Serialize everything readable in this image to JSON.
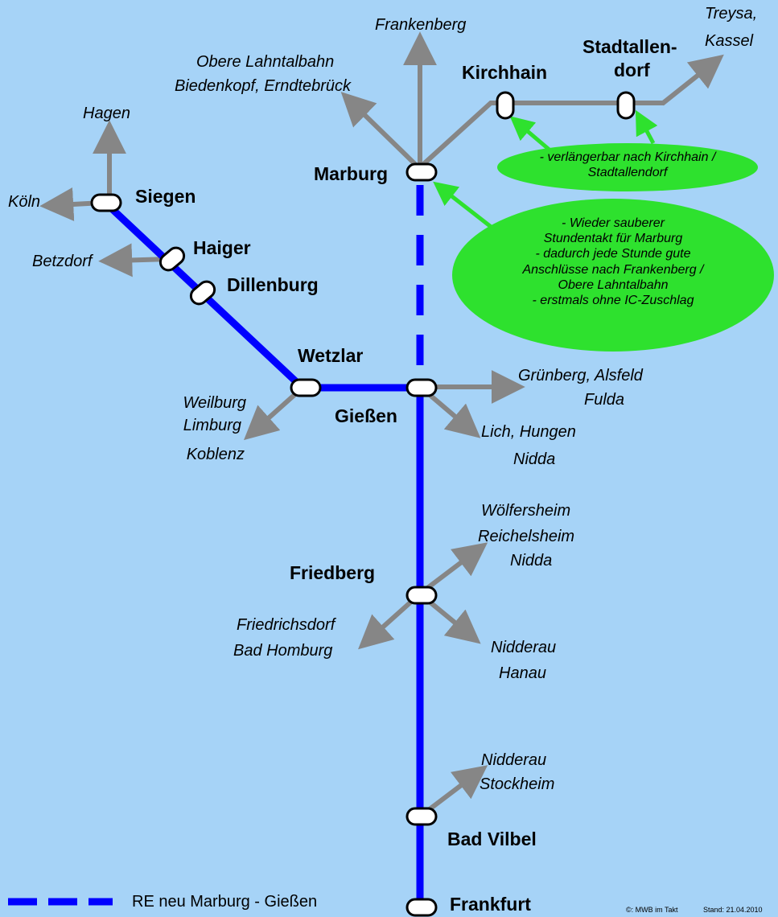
{
  "stations": {
    "kirchhain": "Kirchhain",
    "stadtallendorf_1": "Stadtallen-",
    "stadtallendorf_2": "dorf",
    "marburg": "Marburg",
    "siegen": "Siegen",
    "haiger": "Haiger",
    "dillenburg": "Dillenburg",
    "wetzlar": "Wetzlar",
    "giessen": "Gießen",
    "friedberg": "Friedberg",
    "bad_vilbel": "Bad Vilbel",
    "frankfurt": "Frankfurt"
  },
  "destinations": {
    "frankenberg": "Frankenberg",
    "lahntal_1": "Obere  Lahntalbahn",
    "lahntal_2": "Biedenkopf,  Erndtebrück",
    "treysa_1": "Treysa,",
    "treysa_2": "Kassel",
    "hagen": "Hagen",
    "koeln": "Köln",
    "betzdorf": "Betzdorf",
    "weilburg_1": "Weilburg",
    "weilburg_2": "Limburg",
    "weilburg_3": "Koblenz",
    "gruenberg_1": "Grünberg,  Alsfeld",
    "gruenberg_2": "Fulda",
    "lich_1": "Lich,  Hungen",
    "lich_2": "Nidda",
    "woelfersheim_1": "Wölfersheim",
    "woelfersheim_2": "Reichelsheim",
    "woelfersheim_3": "Nidda",
    "friedrichsdorf_1": "Friedrichsdorf",
    "friedrichsdorf_2": "Bad Homburg",
    "nidderau_hanau_1": "Nidderau",
    "nidderau_hanau_2": "Hanau",
    "nidderau_stockheim_1": "Nidderau",
    "nidderau_stockheim_2": "Stockheim"
  },
  "callouts": {
    "kirchhain": [
      "- verlängerbar nach Kirchhain /",
      "Stadtallendorf"
    ],
    "marburg": [
      "- Wieder sauberer",
      "Stundentakt für Marburg",
      "- dadurch jede Stunde gute",
      "Anschlüsse nach Frankenberg /",
      "Obere Lahntalbahn",
      "- erstmals ohne IC-Zuschlag"
    ]
  },
  "legend": {
    "label": "RE neu Marburg - Gießen"
  },
  "credit": {
    "author": "©: MWB  im Takt",
    "date": "Stand:  21.04.2010"
  },
  "colors": {
    "background": "#a6d3f7",
    "line_blue": "#0000ff",
    "branch_gray": "#868686",
    "callout_green": "#2ee12e",
    "station_fill": "#ffffff"
  }
}
